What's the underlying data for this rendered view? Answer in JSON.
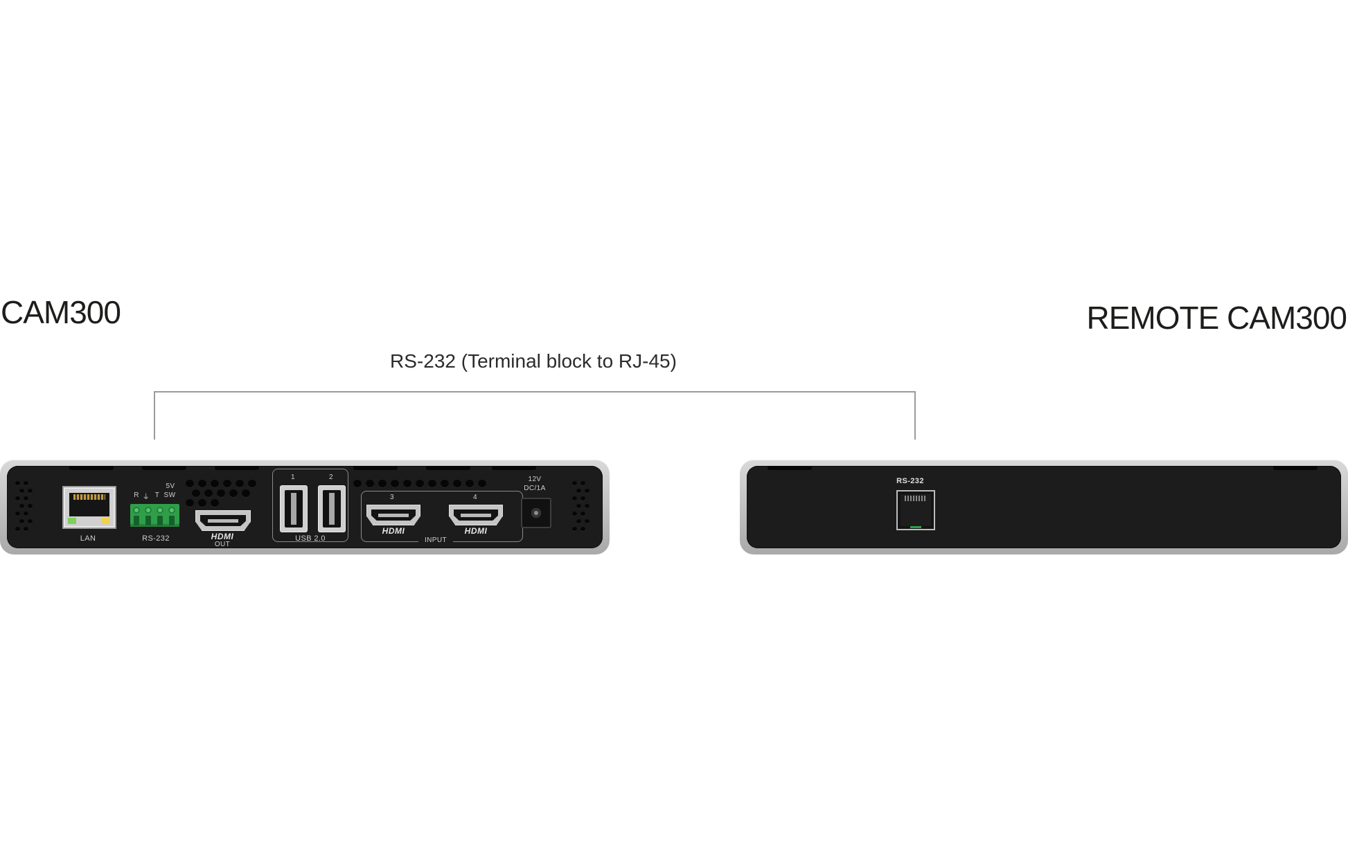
{
  "titles": {
    "left": "CAM300",
    "right": "REMOTE CAM300"
  },
  "connection": {
    "label": "RS-232 (Terminal block to RJ-45)"
  },
  "cam300": {
    "ports": {
      "lan": "LAN",
      "rs232": "RS-232",
      "rs232_pins": [
        "R",
        "⏚",
        "T",
        "SW"
      ],
      "rs232_5v": "5V",
      "hdmi_out_logo": "HDMI",
      "hdmi_out_label": "OUT",
      "usb_label": "USB 2.0",
      "usb_numbers": [
        "1",
        "2"
      ],
      "hdmi_in_numbers": [
        "3",
        "4"
      ],
      "hdmi_in_logo": "HDMI",
      "input_label": "INPUT",
      "power_voltage": "12V",
      "power_rating": "DC/1A"
    }
  },
  "remote_cam300": {
    "ports": {
      "rs232": "RS-232"
    }
  },
  "colors": {
    "panel": "#1c1c1c",
    "chassis": "#c4c4c4",
    "terminal_block": "#2f9e49",
    "bracket_line": "#9a9a9a"
  }
}
